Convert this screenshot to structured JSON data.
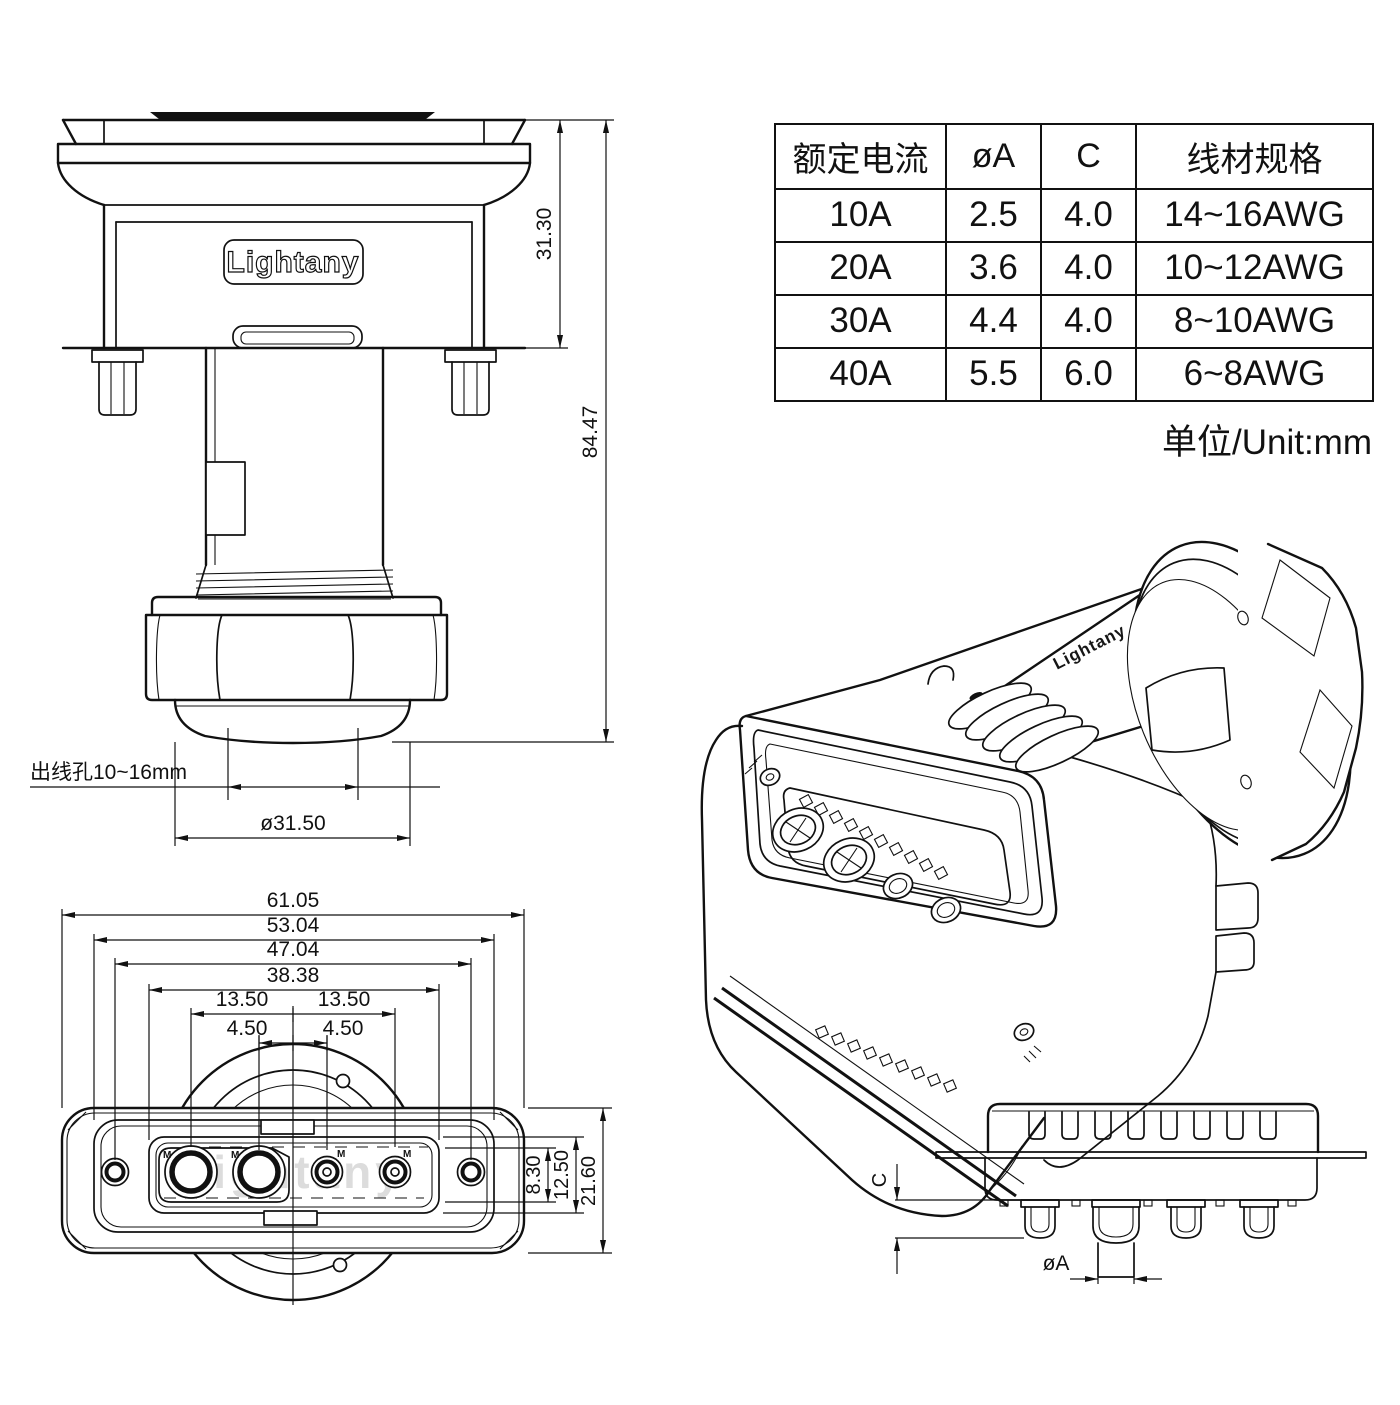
{
  "doc": {
    "background": "#ffffff",
    "line_color": "#111111",
    "watermark_color": "#dcdcdc"
  },
  "brand": {
    "logo_text": "Lightany",
    "watermark": "Lightany"
  },
  "spec_table": {
    "headers": [
      "额定电流",
      "øA",
      "C",
      "线材规格"
    ],
    "rows": [
      [
        "10A",
        "2.5",
        "4.0",
        "14~16AWG"
      ],
      [
        "20A",
        "3.6",
        "4.0",
        "10~12AWG"
      ],
      [
        "30A",
        "4.4",
        "4.0",
        "8~10AWG"
      ],
      [
        "40A",
        "5.5",
        "6.0",
        "6~8AWG"
      ]
    ],
    "unit_note": "单位/Unit:mm"
  },
  "front_view": {
    "dims": {
      "upper_height": "31.30",
      "total_height": "84.47",
      "cable_hole_label": "出线孔10~16mm",
      "gland_diameter": "ø31.50"
    }
  },
  "face_view": {
    "dims": {
      "w_outer": "61.05",
      "w_groove": "53.04",
      "w_mount": "47.04",
      "w_insert": "38.38",
      "pitch_left": "13.50",
      "pitch_right": "13.50",
      "gap_left": "4.50",
      "gap_right": "4.50",
      "h_pocket": "8.30",
      "h_insert": "12.50",
      "h_outer": "21.60"
    },
    "contact_mark": "M"
  },
  "side_view": {
    "dims": {
      "standoff": "C",
      "pin_diameter": "øA"
    }
  }
}
